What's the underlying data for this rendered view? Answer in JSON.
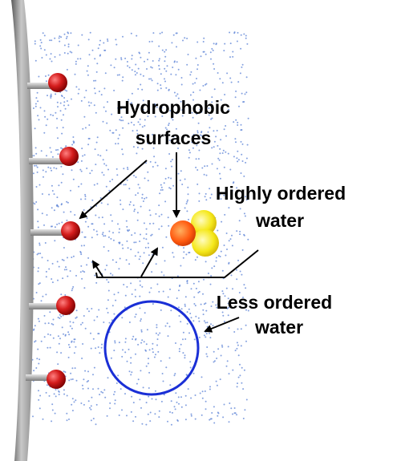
{
  "labels": {
    "hydrophobic_line1": "Hydrophobic",
    "hydrophobic_line2": "surfaces",
    "highly_line1": "Highly ordered",
    "highly_line2": "water",
    "less_line1": "Less ordered",
    "less_line2": "water"
  },
  "colors": {
    "surface_gray": "#9a9a9a",
    "bead_red": "#cc1a1a",
    "water_dot_blue": "#5b82d6",
    "circle_blue": "#1a2fd6",
    "cluster_orange": "#ff5a1a",
    "cluster_yellow": "#f5e81a",
    "arrow_black": "#000000"
  }
}
